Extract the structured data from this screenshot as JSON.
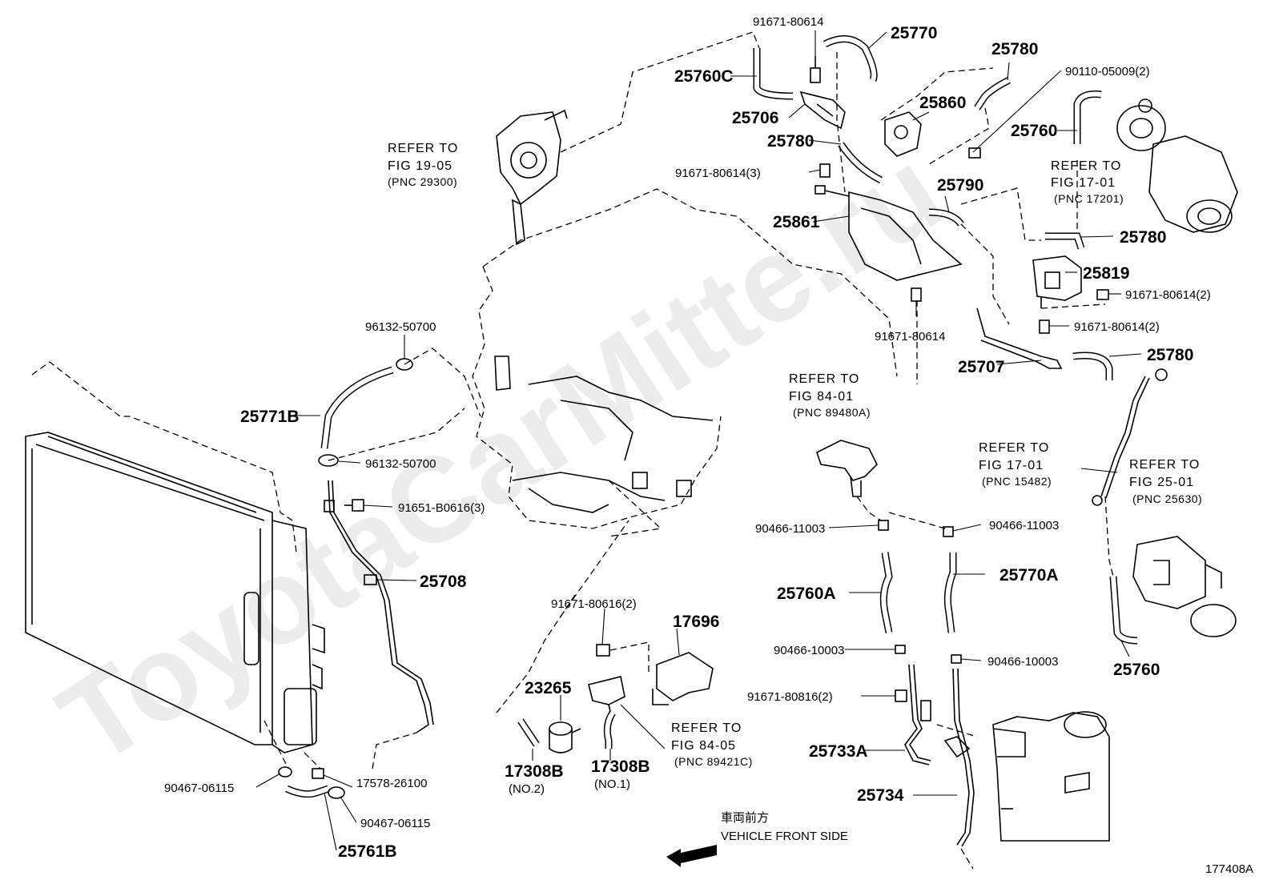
{
  "watermark": "ToyotaCarMitte.ru",
  "diagram_id": "177408A",
  "front_label_jp": "車両前方",
  "front_label_en": "VEHICLE FRONT SIDE",
  "refs": {
    "r1905": {
      "l1": "REFER TO",
      "l2": "FIG 19-05",
      "l3": "(PNC 29300)"
    },
    "r1701a": {
      "l1": "REFER TO",
      "l2": "FIG 17-01",
      "l3": "(PNC 17201)"
    },
    "r8401": {
      "l1": "REFER TO",
      "l2": "FIG 84-01",
      "l3": "(PNC 89480A)"
    },
    "r1701b": {
      "l1": "REFER TO",
      "l2": "FIG 17-01",
      "l3": "(PNC 15482)"
    },
    "r2501": {
      "l1": "REFER TO",
      "l2": "FIG 25-01",
      "l3": "(PNC 25630)"
    },
    "r8405": {
      "l1": "REFER TO",
      "l2": "FIG 84-05",
      "l3": "(PNC 89421C)"
    }
  },
  "labels": {
    "p91671_80614_top": "91671-80614",
    "p25770": "25770",
    "p25760C": "25760C",
    "p25780_top": "25780",
    "p90110": "90110-05009(2)",
    "p25860": "25860",
    "p25706": "25706",
    "p25760_top": "25760",
    "p25780_mid": "25780",
    "p91671_3": "91671-80614(3)",
    "p25790": "25790",
    "p25861": "25861",
    "p25780_r": "25780",
    "p25819": "25819",
    "p91671_2a": "91671-80614(2)",
    "p91671_2b": "91671-80614(2)",
    "p91671_mid": "91671-80614",
    "p25707": "25707",
    "p25780_low": "25780",
    "p96132_a": "96132-50700",
    "p25771B": "25771B",
    "p96132_b": "96132-50700",
    "p91651": "91651-B0616(3)",
    "p25708": "25708",
    "p90466_11003a": "90466-11003",
    "p90466_11003b": "90466-11003",
    "p25760A": "25760A",
    "p25770A": "25770A",
    "p90466_10003a": "90466-10003",
    "p90466_10003b": "90466-10003",
    "p91671_80816": "91671-80816(2)",
    "p25733A": "25733A",
    "p25734": "25734",
    "p25760_r": "25760",
    "p91671_80616": "91671-80616(2)",
    "p17696": "17696",
    "p23265": "23265",
    "p17308B_a": "17308B",
    "p17308B_a_sub": "(NO.2)",
    "p17308B_b": "17308B",
    "p17308B_b_sub": "(NO.1)",
    "p90467_a": "90467-06115",
    "p17578": "17578-26100",
    "p90467_b": "90467-06115",
    "p25761B": "25761B"
  }
}
